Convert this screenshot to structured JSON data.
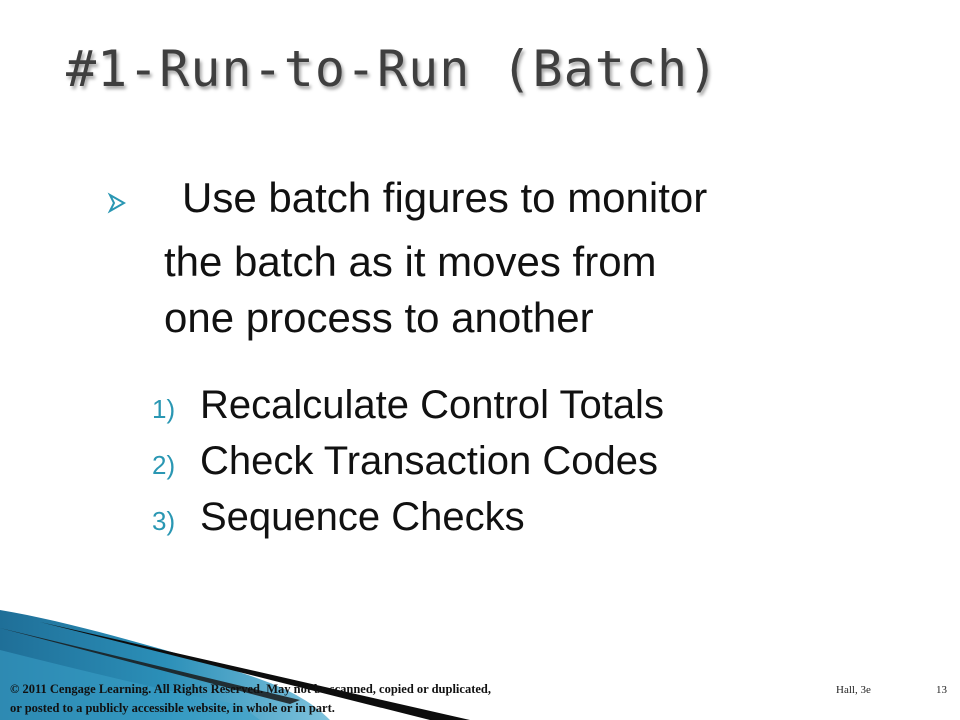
{
  "slide": {
    "title": "#1-Run-to-Run (Batch)",
    "bullet": {
      "line1": "Use batch figures to monitor",
      "line2": "the batch as it moves from",
      "line3": "one process to another",
      "icon": "arrow-bullet-icon"
    },
    "steps": [
      {
        "number": "1)",
        "text": "Recalculate Control Totals"
      },
      {
        "number": "2)",
        "text": "Check Transaction Codes"
      },
      {
        "number": "3)",
        "text": "Sequence Checks"
      }
    ],
    "footer": {
      "copyright_line1": "© 2011 Cengage Learning. All Rights Reserved. May not be scanned, copied or duplicated,",
      "copyright_line2": "or posted to a publicly accessible website, in whole or in part.",
      "author": "Hall, 3e",
      "page_number": "13"
    },
    "colors": {
      "accent": "#2a97b3",
      "title": "#3f3f3f",
      "text": "#111111",
      "wave_blue": "#2b7fa6"
    }
  }
}
